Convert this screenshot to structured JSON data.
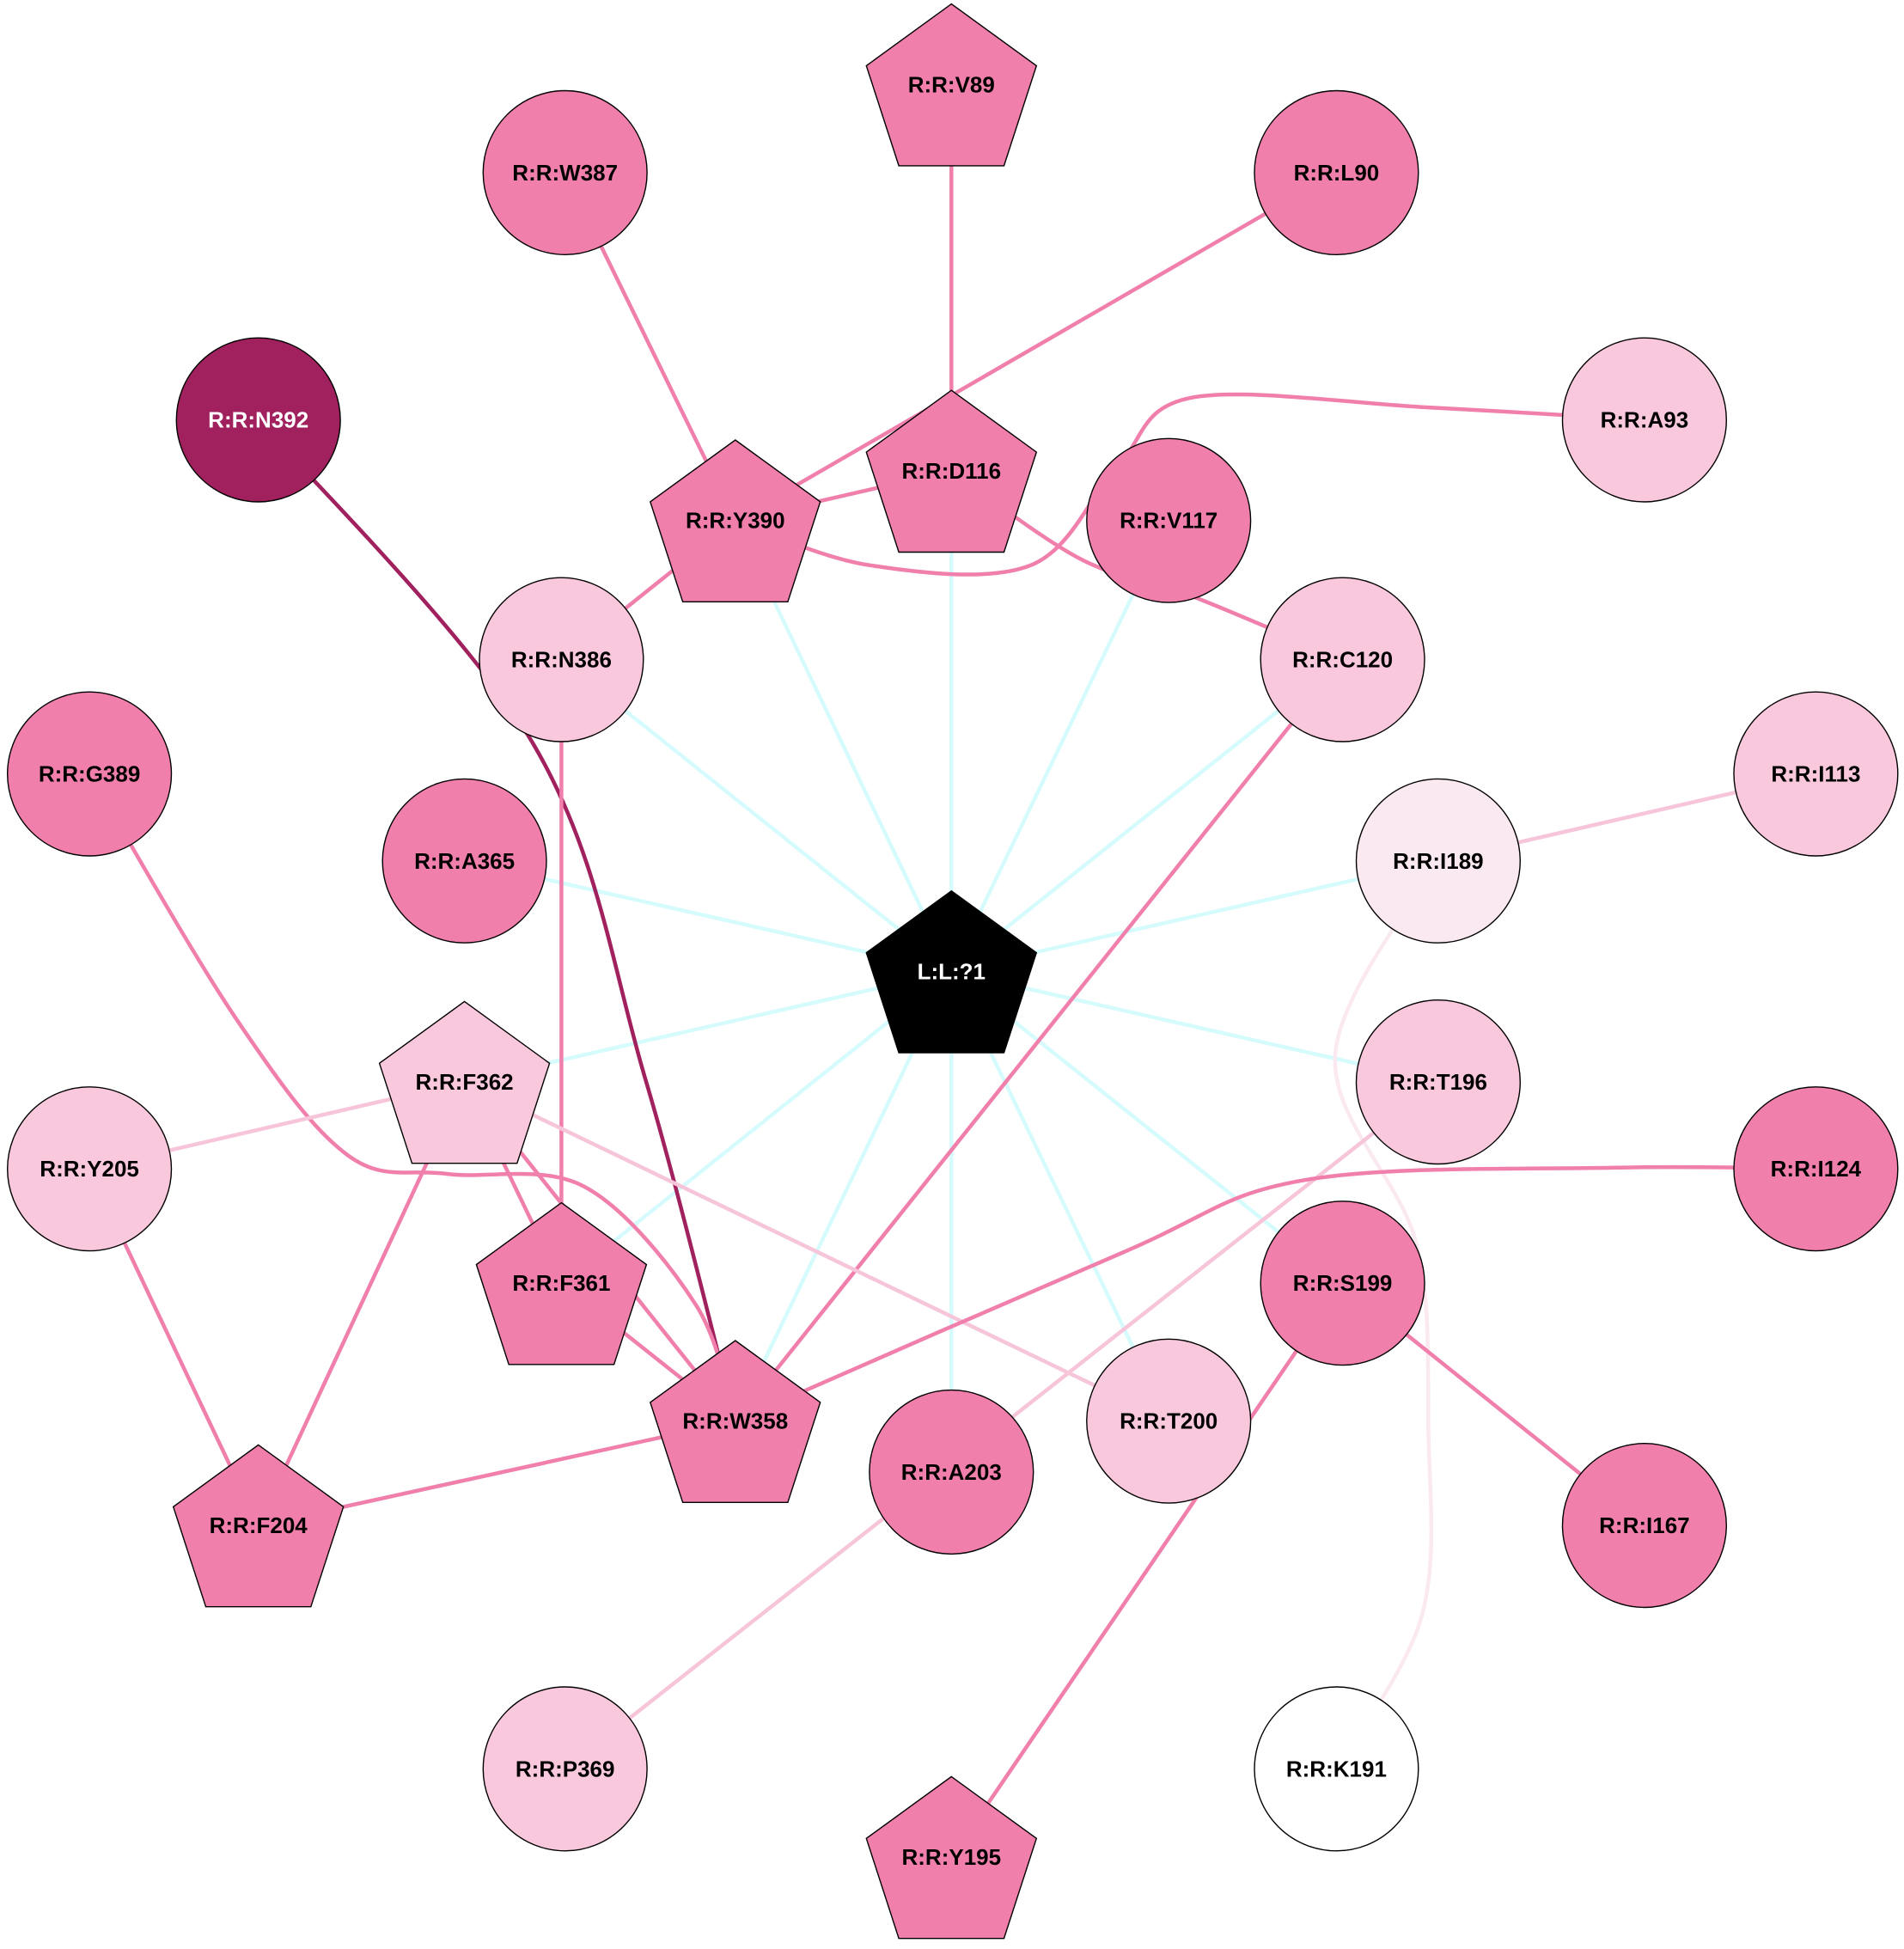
{
  "colors": {
    "pink": "#f07fac",
    "light_pink": "#f9c8dc",
    "very_light_pink": "#fbe9f1",
    "white": "#ffffff",
    "dark_magenta": "#a0215e",
    "black": "#000000",
    "ligand_edge": "#d6fbfd",
    "light_edge": "#f7c5d9"
  },
  "nodes": [
    {
      "id": "L:L:?1",
      "label": "L:L:?1",
      "shape": "pentagon",
      "fill": "black",
      "text": "white"
    },
    {
      "id": "R:R:V89",
      "label": "R:R:V89",
      "shape": "pentagon",
      "fill": "pink",
      "text": "black"
    },
    {
      "id": "R:R:W387",
      "label": "R:R:W387",
      "shape": "circle",
      "fill": "pink",
      "text": "black"
    },
    {
      "id": "R:R:L90",
      "label": "R:R:L90",
      "shape": "circle",
      "fill": "pink",
      "text": "black"
    },
    {
      "id": "R:R:N392",
      "label": "R:R:N392",
      "shape": "circle",
      "fill": "dark_magenta",
      "text": "white"
    },
    {
      "id": "R:R:A93",
      "label": "R:R:A93",
      "shape": "circle",
      "fill": "light_pink",
      "text": "black"
    },
    {
      "id": "R:R:D116",
      "label": "R:R:D116",
      "shape": "pentagon",
      "fill": "pink",
      "text": "black"
    },
    {
      "id": "R:R:Y390",
      "label": "R:R:Y390",
      "shape": "pentagon",
      "fill": "pink",
      "text": "black"
    },
    {
      "id": "R:R:V117",
      "label": "R:R:V117",
      "shape": "circle",
      "fill": "pink",
      "text": "black"
    },
    {
      "id": "R:R:N386",
      "label": "R:R:N386",
      "shape": "circle",
      "fill": "light_pink",
      "text": "black"
    },
    {
      "id": "R:R:C120",
      "label": "R:R:C120",
      "shape": "circle",
      "fill": "light_pink",
      "text": "black"
    },
    {
      "id": "R:R:G389",
      "label": "R:R:G389",
      "shape": "circle",
      "fill": "pink",
      "text": "black"
    },
    {
      "id": "R:R:I113",
      "label": "R:R:I113",
      "shape": "circle",
      "fill": "light_pink",
      "text": "black"
    },
    {
      "id": "R:R:A365",
      "label": "R:R:A365",
      "shape": "circle",
      "fill": "pink",
      "text": "black"
    },
    {
      "id": "R:R:I189",
      "label": "R:R:I189",
      "shape": "circle",
      "fill": "very_light_pink",
      "text": "black"
    },
    {
      "id": "R:R:F362",
      "label": "R:R:F362",
      "shape": "pentagon",
      "fill": "light_pink",
      "text": "black"
    },
    {
      "id": "R:R:T196",
      "label": "R:R:T196",
      "shape": "circle",
      "fill": "light_pink",
      "text": "black"
    },
    {
      "id": "R:R:Y205",
      "label": "R:R:Y205",
      "shape": "circle",
      "fill": "light_pink",
      "text": "black"
    },
    {
      "id": "R:R:I124",
      "label": "R:R:I124",
      "shape": "circle",
      "fill": "pink",
      "text": "black"
    },
    {
      "id": "R:R:F361",
      "label": "R:R:F361",
      "shape": "pentagon",
      "fill": "pink",
      "text": "black"
    },
    {
      "id": "R:R:S199",
      "label": "R:R:S199",
      "shape": "circle",
      "fill": "pink",
      "text": "black"
    },
    {
      "id": "R:R:W358",
      "label": "R:R:W358",
      "shape": "pentagon",
      "fill": "pink",
      "text": "black"
    },
    {
      "id": "R:R:T200",
      "label": "R:R:T200",
      "shape": "circle",
      "fill": "light_pink",
      "text": "black"
    },
    {
      "id": "R:R:A203",
      "label": "R:R:A203",
      "shape": "circle",
      "fill": "pink",
      "text": "black"
    },
    {
      "id": "R:R:F204",
      "label": "R:R:F204",
      "shape": "pentagon",
      "fill": "pink",
      "text": "black"
    },
    {
      "id": "R:R:I167",
      "label": "R:R:I167",
      "shape": "circle",
      "fill": "pink",
      "text": "black"
    },
    {
      "id": "R:R:P369",
      "label": "R:R:P369",
      "shape": "circle",
      "fill": "light_pink",
      "text": "black"
    },
    {
      "id": "R:R:K191",
      "label": "R:R:K191",
      "shape": "circle",
      "fill": "white",
      "text": "black"
    },
    {
      "id": "R:R:Y195",
      "label": "R:R:Y195",
      "shape": "pentagon",
      "fill": "pink",
      "text": "black"
    }
  ],
  "edges": [
    {
      "source": "L:L:?1",
      "target": "R:R:D116",
      "color": "ligand_edge"
    },
    {
      "source": "L:L:?1",
      "target": "R:R:Y390",
      "color": "ligand_edge"
    },
    {
      "source": "L:L:?1",
      "target": "R:R:V117",
      "color": "ligand_edge"
    },
    {
      "source": "L:L:?1",
      "target": "R:R:N386",
      "color": "ligand_edge"
    },
    {
      "source": "L:L:?1",
      "target": "R:R:C120",
      "color": "ligand_edge"
    },
    {
      "source": "L:L:?1",
      "target": "R:R:A365",
      "color": "ligand_edge"
    },
    {
      "source": "L:L:?1",
      "target": "R:R:I189",
      "color": "ligand_edge"
    },
    {
      "source": "L:L:?1",
      "target": "R:R:F362",
      "color": "ligand_edge"
    },
    {
      "source": "L:L:?1",
      "target": "R:R:T196",
      "color": "ligand_edge"
    },
    {
      "source": "L:L:?1",
      "target": "R:R:F361",
      "color": "ligand_edge"
    },
    {
      "source": "L:L:?1",
      "target": "R:R:S199",
      "color": "ligand_edge"
    },
    {
      "source": "L:L:?1",
      "target": "R:R:W358",
      "color": "ligand_edge"
    },
    {
      "source": "L:L:?1",
      "target": "R:R:T200",
      "color": "ligand_edge"
    },
    {
      "source": "L:L:?1",
      "target": "R:R:A203",
      "color": "ligand_edge"
    },
    {
      "source": "R:R:V89",
      "target": "R:R:D116",
      "color": "pink"
    },
    {
      "source": "R:R:W387",
      "target": "R:R:Y390",
      "color": "pink"
    },
    {
      "source": "R:R:L90",
      "target": "R:R:Y390",
      "color": "pink"
    },
    {
      "source": "R:R:Y390",
      "target": "R:R:D116",
      "color": "pink"
    },
    {
      "source": "R:R:Y390",
      "target": "R:R:A93",
      "color": "pink",
      "curve": 1
    },
    {
      "source": "R:R:Y390",
      "target": "R:R:N386",
      "color": "pink"
    },
    {
      "source": "R:R:D116",
      "target": "R:R:C120",
      "color": "pink",
      "curve": 2
    },
    {
      "source": "R:R:N392",
      "target": "R:R:W358",
      "color": "dark_magenta",
      "curve": 3
    },
    {
      "source": "R:R:N386",
      "target": "R:R:F361",
      "color": "pink"
    },
    {
      "source": "R:R:C120",
      "target": "R:R:W358",
      "color": "pink"
    },
    {
      "source": "R:R:G389",
      "target": "R:R:W358",
      "color": "pink",
      "curve": 4
    },
    {
      "source": "R:R:I113",
      "target": "R:R:I189",
      "color": "light_edge"
    },
    {
      "source": "R:R:I189",
      "target": "R:R:K191",
      "color": "very_light_pink",
      "curve": 5
    },
    {
      "source": "R:R:F362",
      "target": "R:R:Y205",
      "color": "light_edge"
    },
    {
      "source": "R:R:F362",
      "target": "R:R:T200",
      "color": "light_edge"
    },
    {
      "source": "R:R:F362",
      "target": "R:R:F204",
      "color": "pink"
    },
    {
      "source": "R:R:F362",
      "target": "R:R:W358",
      "color": "pink"
    },
    {
      "source": "R:R:F362",
      "target": "R:R:F361",
      "color": "pink"
    },
    {
      "source": "R:R:T196",
      "target": "R:R:P369",
      "color": "light_edge"
    },
    {
      "source": "R:R:Y205",
      "target": "R:R:F204",
      "color": "pink"
    },
    {
      "source": "R:R:I124",
      "target": "R:R:W358",
      "color": "pink",
      "curve": 6
    },
    {
      "source": "R:R:F361",
      "target": "R:R:W358",
      "color": "pink"
    },
    {
      "source": "R:R:W358",
      "target": "R:R:F204",
      "color": "pink"
    },
    {
      "source": "R:R:S199",
      "target": "R:R:I167",
      "color": "pink"
    },
    {
      "source": "R:R:S199",
      "target": "R:R:Y195",
      "color": "pink"
    }
  ]
}
